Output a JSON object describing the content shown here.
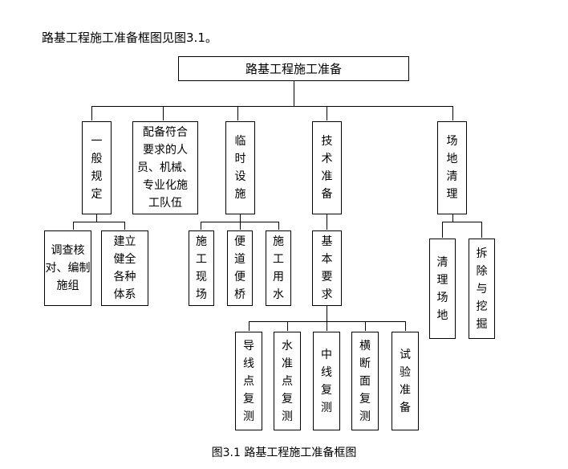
{
  "intro_text": "路基工程施工准备框图见图3.1。",
  "caption": "图3.1 路基工程施工准备框图",
  "nodes": {
    "root": "路基工程施工准备",
    "general": "一般规定",
    "staffing": "配备符合\n要求的人\n员、机械、\n专业化施\n工队伍",
    "temporary": "临时设施",
    "technical": "技术准备",
    "site_clear": "场地清理",
    "survey": "调查核对、编制施组",
    "system": "建立健全各种体系",
    "construction_site": "施工现场",
    "access_bridge": "便道便桥",
    "water": "施工用水",
    "basic_req": "基本要求",
    "clean_site": "清理场地",
    "demolish": "拆除与挖掘",
    "guide_point": "导线点复测",
    "level_point": "水准点复测",
    "centerline": "中线复测",
    "cross_section": "横断面复测",
    "test_prep": "试验准备"
  }
}
